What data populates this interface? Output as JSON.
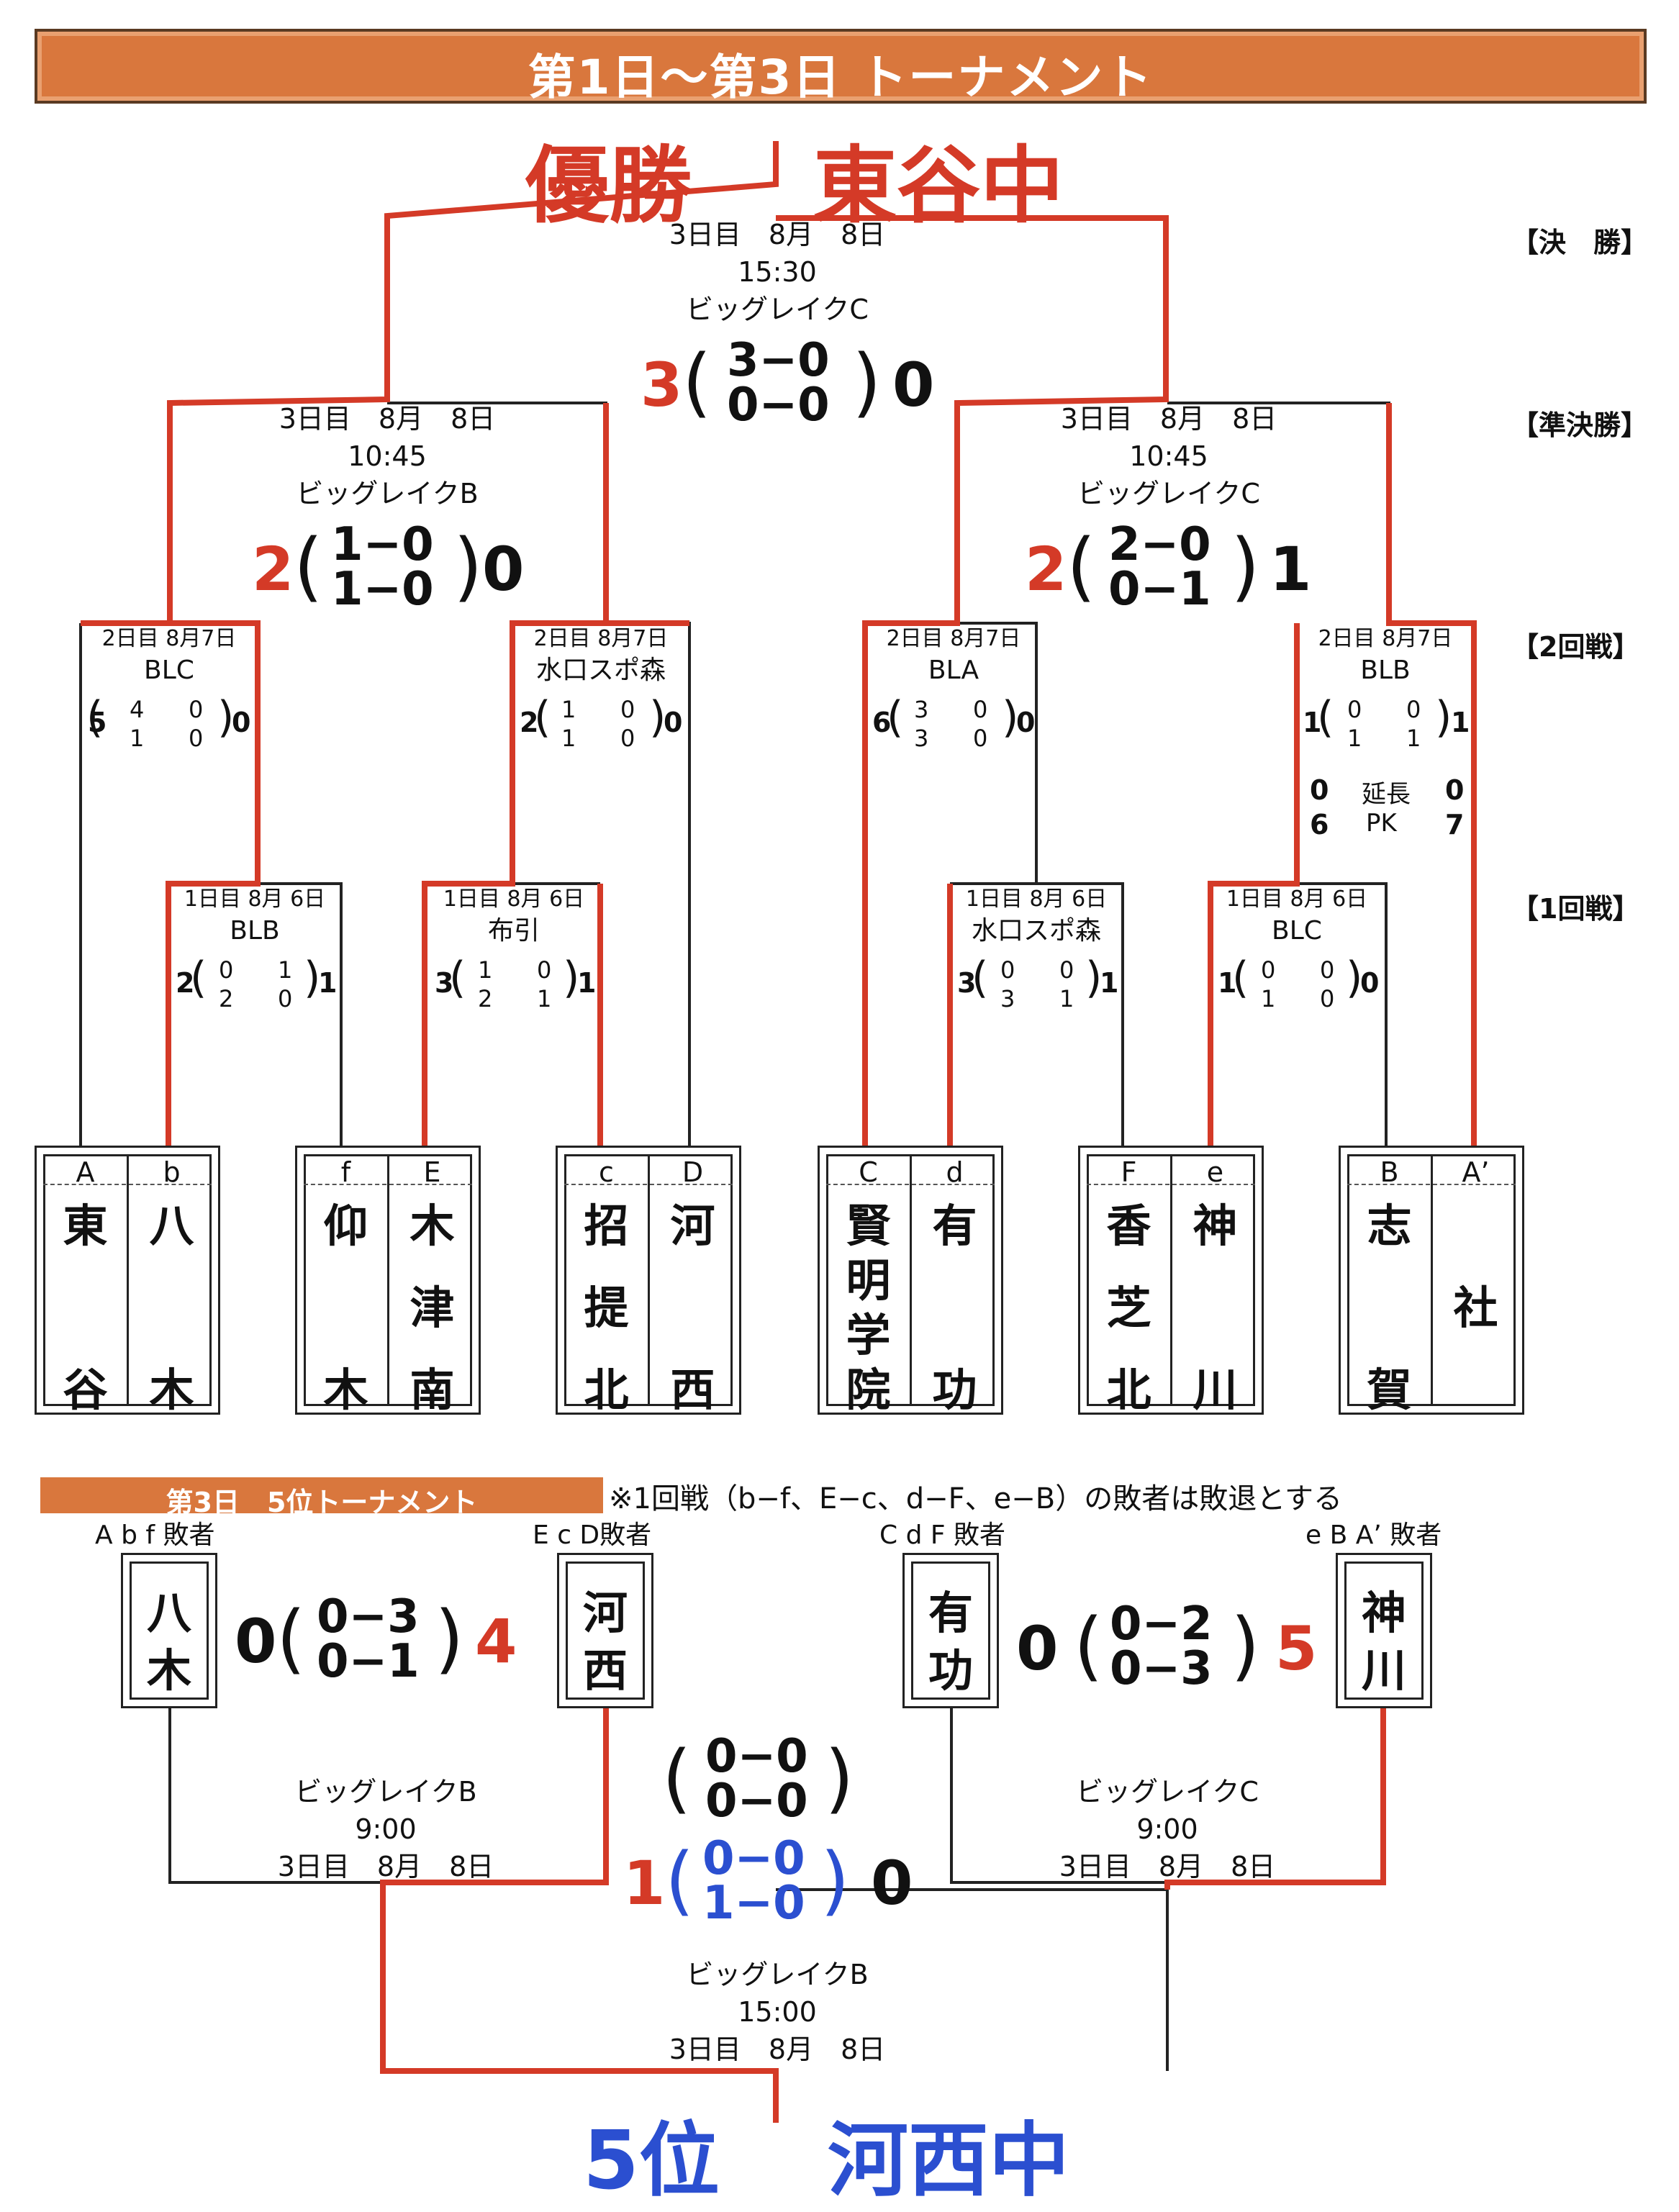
{
  "title": "第1日～第3日  トーナメント",
  "champion": {
    "label": "優勝",
    "team": "東谷中"
  },
  "round_labels": {
    "final": "【決　勝】",
    "semi": "【準決勝】",
    "r2": "【2回戦】",
    "r1": "【1回戦】"
  },
  "final": {
    "date": "3日目　8月　8日",
    "time": "15:30",
    "venue": "ビッグレイクC",
    "left": "3",
    "h1": "3−0",
    "h2": "0−0",
    "right": "0"
  },
  "semi_left": {
    "date": "3日目　8月　8日",
    "time": "10:45",
    "venue": "ビッグレイクB",
    "left": "2",
    "h1": "1−0",
    "h2": "1−0",
    "right": "0"
  },
  "semi_right": {
    "date": "3日目　8月　8日",
    "time": "10:45",
    "venue": "ビッグレイクC",
    "left": "2",
    "h1": "2−0",
    "h2": "0−1",
    "right": "1"
  },
  "r2": [
    {
      "date": "2日目 8月7日",
      "venue": "BLC",
      "left": "5",
      "a1": "4",
      "b1": "0",
      "a2": "1",
      "b2": "0",
      "right": "0"
    },
    {
      "date": "2日目 8月7日",
      "venue": "水口スポ森",
      "left": "2",
      "a1": "1",
      "b1": "0",
      "a2": "1",
      "b2": "0",
      "right": "0"
    },
    {
      "date": "2日目 8月7日",
      "venue": "BLA",
      "left": "6",
      "a1": "3",
      "b1": "0",
      "a2": "3",
      "b2": "0",
      "right": "0"
    },
    {
      "date": "2日目 8月7日",
      "venue": "BLB",
      "left": "1",
      "a1": "0",
      "b1": "0",
      "a2": "1",
      "b2": "1",
      "right": "1",
      "ex_label": "延長",
      "ex_l": "0",
      "ex_r": "0",
      "pk_label": "PK",
      "pk_l": "6",
      "pk_r": "7"
    }
  ],
  "r1": [
    {
      "date": "1日目 8月 6日",
      "venue": "BLB",
      "left": "2",
      "a1": "0",
      "b1": "1",
      "a2": "2",
      "b2": "0",
      "right": "1"
    },
    {
      "date": "1日目 8月 6日",
      "venue": "布引",
      "left": "3",
      "a1": "1",
      "b1": "0",
      "a2": "2",
      "b2": "1",
      "right": "1"
    },
    {
      "date": "1日目 8月 6日",
      "venue": "水口スポ森",
      "left": "3",
      "a1": "0",
      "b1": "0",
      "a2": "3",
      "b2": "1",
      "right": "1"
    },
    {
      "date": "1日目 8月 6日",
      "venue": "BLC",
      "left": "1",
      "a1": "0",
      "b1": "0",
      "a2": "1",
      "b2": "0",
      "right": "0"
    }
  ],
  "teams": [
    {
      "letter": "A",
      "c1": "東",
      "c3": "谷"
    },
    {
      "letter": "b",
      "c1": "八",
      "c3": "木"
    },
    {
      "letter": "f",
      "c1": "仰",
      "c3": "木"
    },
    {
      "letter": "E",
      "c1": "木",
      "c2": "津",
      "c3": "南"
    },
    {
      "letter": "c",
      "c1": "招",
      "c2": "提",
      "c3": "北"
    },
    {
      "letter": "D",
      "c1": "河",
      "c3": "西"
    },
    {
      "letter": "C",
      "c1": "賢",
      "c2": "明",
      "c2b": "学",
      "c3": "院"
    },
    {
      "letter": "d",
      "c1": "有",
      "c3": "功"
    },
    {
      "letter": "F",
      "c1": "香",
      "c2": "芝",
      "c3": "北"
    },
    {
      "letter": "e",
      "c1": "神",
      "c3": "川"
    },
    {
      "letter": "B",
      "c1": "志",
      "c3": "賀"
    },
    {
      "letter": "A’",
      "c2": "社"
    }
  ],
  "fifth": {
    "banner": "第3日　5位トーナメント",
    "note": "※1回戦（b−f、E−c、d−F、e−B）の敗者は敗退とする",
    "groups": [
      "A b f 敗者",
      "E c D敗者",
      "C d F 敗者",
      "e B A’ 敗者"
    ],
    "boxes": [
      [
        "八",
        "木"
      ],
      [
        "河",
        "西"
      ],
      [
        "有",
        "功"
      ],
      [
        "神",
        "川"
      ]
    ],
    "m1": {
      "left": "0",
      "h1": "0−3",
      "h2": "0−1",
      "right": "4",
      "venue": "ビッグレイクB",
      "time": "9:00",
      "date": "3日目　8月　8日"
    },
    "m2": {
      "left": "0",
      "h1": "0−2",
      "h2": "0−3",
      "right": "5",
      "venue": "ビッグレイクC",
      "time": "9:00",
      "date": "3日目　8月　8日"
    },
    "final": {
      "left": "1",
      "e1": "0−0",
      "e2": "0−0",
      "h1": "0−0",
      "h2": "1−0",
      "right": "0",
      "venue": "ビッグレイクB",
      "time": "15:00",
      "date": "3日目　8月　8日"
    },
    "result_label": "5位",
    "result_team": "河西中"
  },
  "colors": {
    "win": "#d43a27",
    "line": "#222222",
    "banner": "#d9773d",
    "blue": "#2b4fd0"
  }
}
